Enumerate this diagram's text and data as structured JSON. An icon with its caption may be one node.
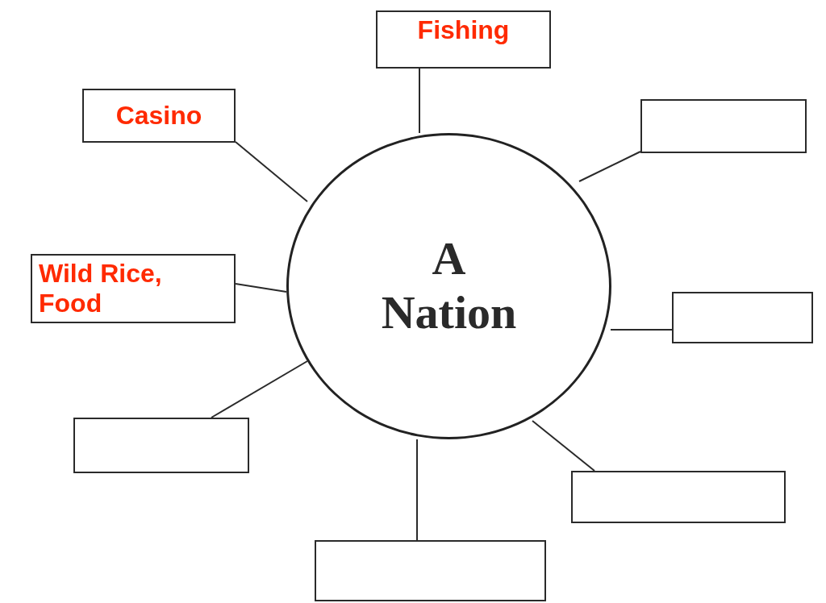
{
  "diagram": {
    "nodes": [
      {
        "text": [
          "A Nation"
        ]
      },
      {
        "text": [
          "Fishing"
        ]
      },
      {
        "text": [
          "Casino"
        ]
      },
      {
        "text": [],
        "shape": "box"
      },
      {
        "text": [
          "Wild Rice, Food"
        ]
      },
      {
        "text": [],
        "shape": "box"
      },
      {
        "text": [],
        "shape": "box"
      },
      {
        "text": [],
        "shape": "box"
      },
      {
        "text": [],
        "shape": "box"
      }
    ],
    "edges": [
      {
        "from": 0,
        "to": 1,
        "arrow": "none"
      },
      {
        "from": 0,
        "to": 2,
        "arrow": "none"
      },
      {
        "from": 0,
        "to": 3,
        "arrow": "none"
      },
      {
        "from": 0,
        "to": 4,
        "arrow": "none"
      },
      {
        "from": 0,
        "to": 5,
        "arrow": "none"
      },
      {
        "from": 0,
        "to": 6,
        "arrow": "none"
      },
      {
        "from": 0,
        "to": 7,
        "arrow": "none"
      },
      {
        "from": 0,
        "to": 8,
        "arrow": "none"
      }
    ]
  }
}
